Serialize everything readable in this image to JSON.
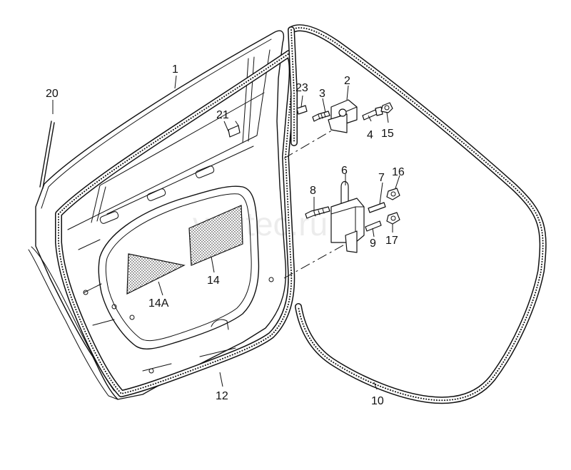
{
  "watermark": "vagtec.ru",
  "labels": {
    "p1": "1",
    "p2": "2",
    "p3": "3",
    "p4": "4",
    "p6": "6",
    "p7": "7",
    "p8": "8",
    "p9": "9",
    "p10": "10",
    "p12": "12",
    "p14": "14",
    "p14a": "14A",
    "p15": "15",
    "p16": "16",
    "p17": "17",
    "p20": "20",
    "p21": "21",
    "p23": "23"
  },
  "colors": {
    "ink": "#111111",
    "background": "#ffffff"
  }
}
